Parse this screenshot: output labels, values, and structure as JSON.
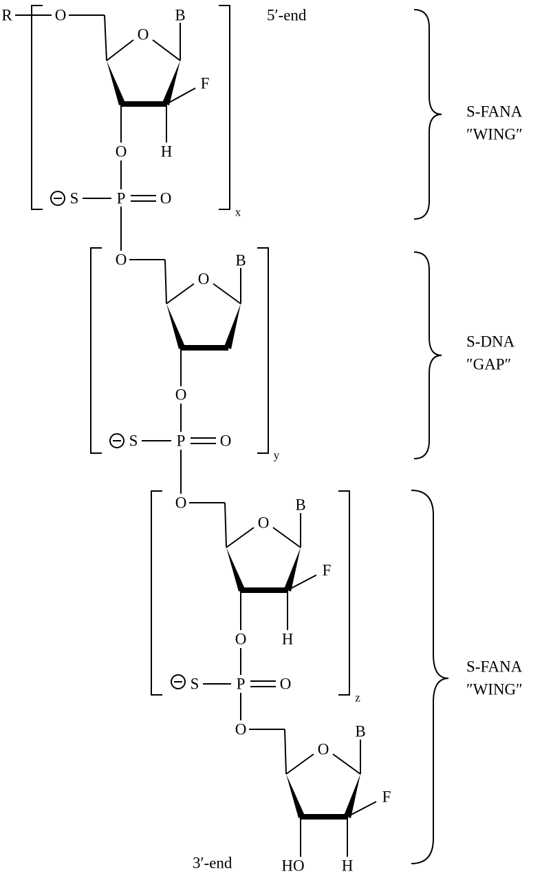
{
  "atoms": {
    "oxygen": "O",
    "phosphorus": "P",
    "sulfur": "S",
    "fluorine": "F",
    "hydrogen": "H",
    "base": "B",
    "residue": "R",
    "hydroxyl": "HO",
    "charge_symbol": "−"
  },
  "ends": {
    "five_prime": "5′-end",
    "three_prime": "3′-end"
  },
  "subscripts": {
    "x": "x",
    "y": "y",
    "z": "z"
  },
  "segments": {
    "top": {
      "line1": "S-FANA",
      "line2": "″WING″"
    },
    "middle": {
      "line1": "S-DNA",
      "line2": "″GAP″"
    },
    "bottom": {
      "line1": "S-FANA",
      "line2": "″WING″"
    }
  }
}
